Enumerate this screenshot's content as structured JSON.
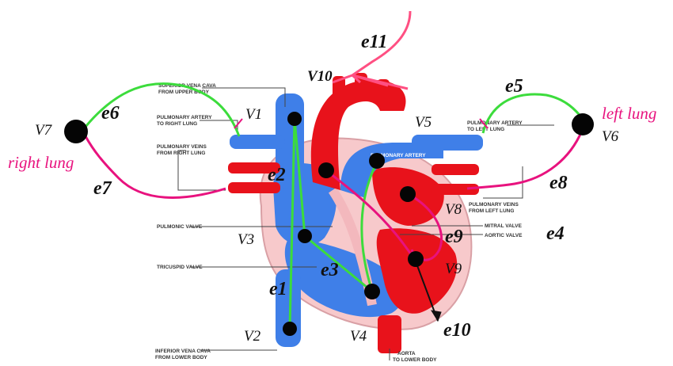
{
  "anatomy_labels": {
    "svc": [
      "SUPERIOR VENA CAVA",
      "FROM UPPER BODY"
    ],
    "pa_right": [
      "PULMONARY ARTERY",
      "TO RIGHT LUNG"
    ],
    "pv_right": [
      "PULMONARY VEINS",
      "FROM RIGHT LUNG"
    ],
    "pulmonic_valve": "PULMONIC VALVE",
    "tricuspid_valve": "TRICUSPID VALVE",
    "ivc": [
      "INFERIOR VENA CAVA",
      "FROM LOWER BODY"
    ],
    "pa_left": [
      "PULMONARY ARTERY",
      "TO LEFT LUNG"
    ],
    "pv_left": [
      "PULMONARY VEINS",
      "FROM LEFT LUNG"
    ],
    "mitral_valve": "MITRAL VALVE",
    "aortic_valve": "AORTIC VALVE",
    "aorta_lower": [
      "AORTA",
      "TO LOWER BODY"
    ],
    "pulmonary_artery_inner": "PULMONARY ARTERY"
  },
  "lungs": {
    "right": "right lung",
    "left": "left lung"
  },
  "vertices": [
    {
      "id": "V1",
      "label": "V1"
    },
    {
      "id": "V2",
      "label": "V2"
    },
    {
      "id": "V3",
      "label": "V3"
    },
    {
      "id": "V4",
      "label": "V4"
    },
    {
      "id": "V5",
      "label": "V5"
    },
    {
      "id": "V6",
      "label": "V6"
    },
    {
      "id": "V7",
      "label": "V7"
    },
    {
      "id": "V8",
      "label": "V8"
    },
    {
      "id": "V9",
      "label": "V9"
    },
    {
      "id": "V10",
      "label": "V10"
    }
  ],
  "edges": [
    {
      "id": "e1",
      "label": "e1",
      "color": "#3cdc3c"
    },
    {
      "id": "e2",
      "label": "e2",
      "color": "#3cdc3c"
    },
    {
      "id": "e3",
      "label": "e3",
      "color": "#3cdc3c"
    },
    {
      "id": "e4",
      "label": "e4",
      "color": "#e8127e"
    },
    {
      "id": "e5",
      "label": "e5",
      "color": "#3cdc3c"
    },
    {
      "id": "e6",
      "label": "e6",
      "color": "#3cdc3c"
    },
    {
      "id": "e7",
      "label": "e7",
      "color": "#e8127e"
    },
    {
      "id": "e8",
      "label": "e8",
      "color": "#e8127e"
    },
    {
      "id": "e9",
      "label": "e9",
      "color": "#e8127e"
    },
    {
      "id": "e10",
      "label": "e10",
      "color": "#111111"
    },
    {
      "id": "e11",
      "label": "e11",
      "color": "#ff4f82"
    }
  ],
  "colors": {
    "deoxygenated": "#3f7fe8",
    "oxygenated": "#e8121b",
    "myocardium": "#f7c9cb",
    "green_edge": "#3cdc3c",
    "pink_edge": "#e8127e",
    "lung_label": "#e8127e"
  }
}
